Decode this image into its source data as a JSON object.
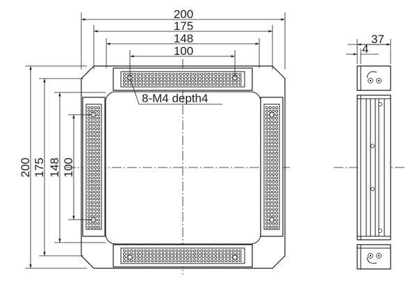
{
  "drawing": {
    "front_view": {
      "dims_horizontal": [
        "200",
        "175",
        "148",
        "100"
      ],
      "dims_vertical": [
        "200",
        "175",
        "148",
        "100"
      ],
      "hole_note": "8-M4 depth4"
    },
    "side_view": {
      "dims": [
        "37",
        "4"
      ]
    }
  }
}
